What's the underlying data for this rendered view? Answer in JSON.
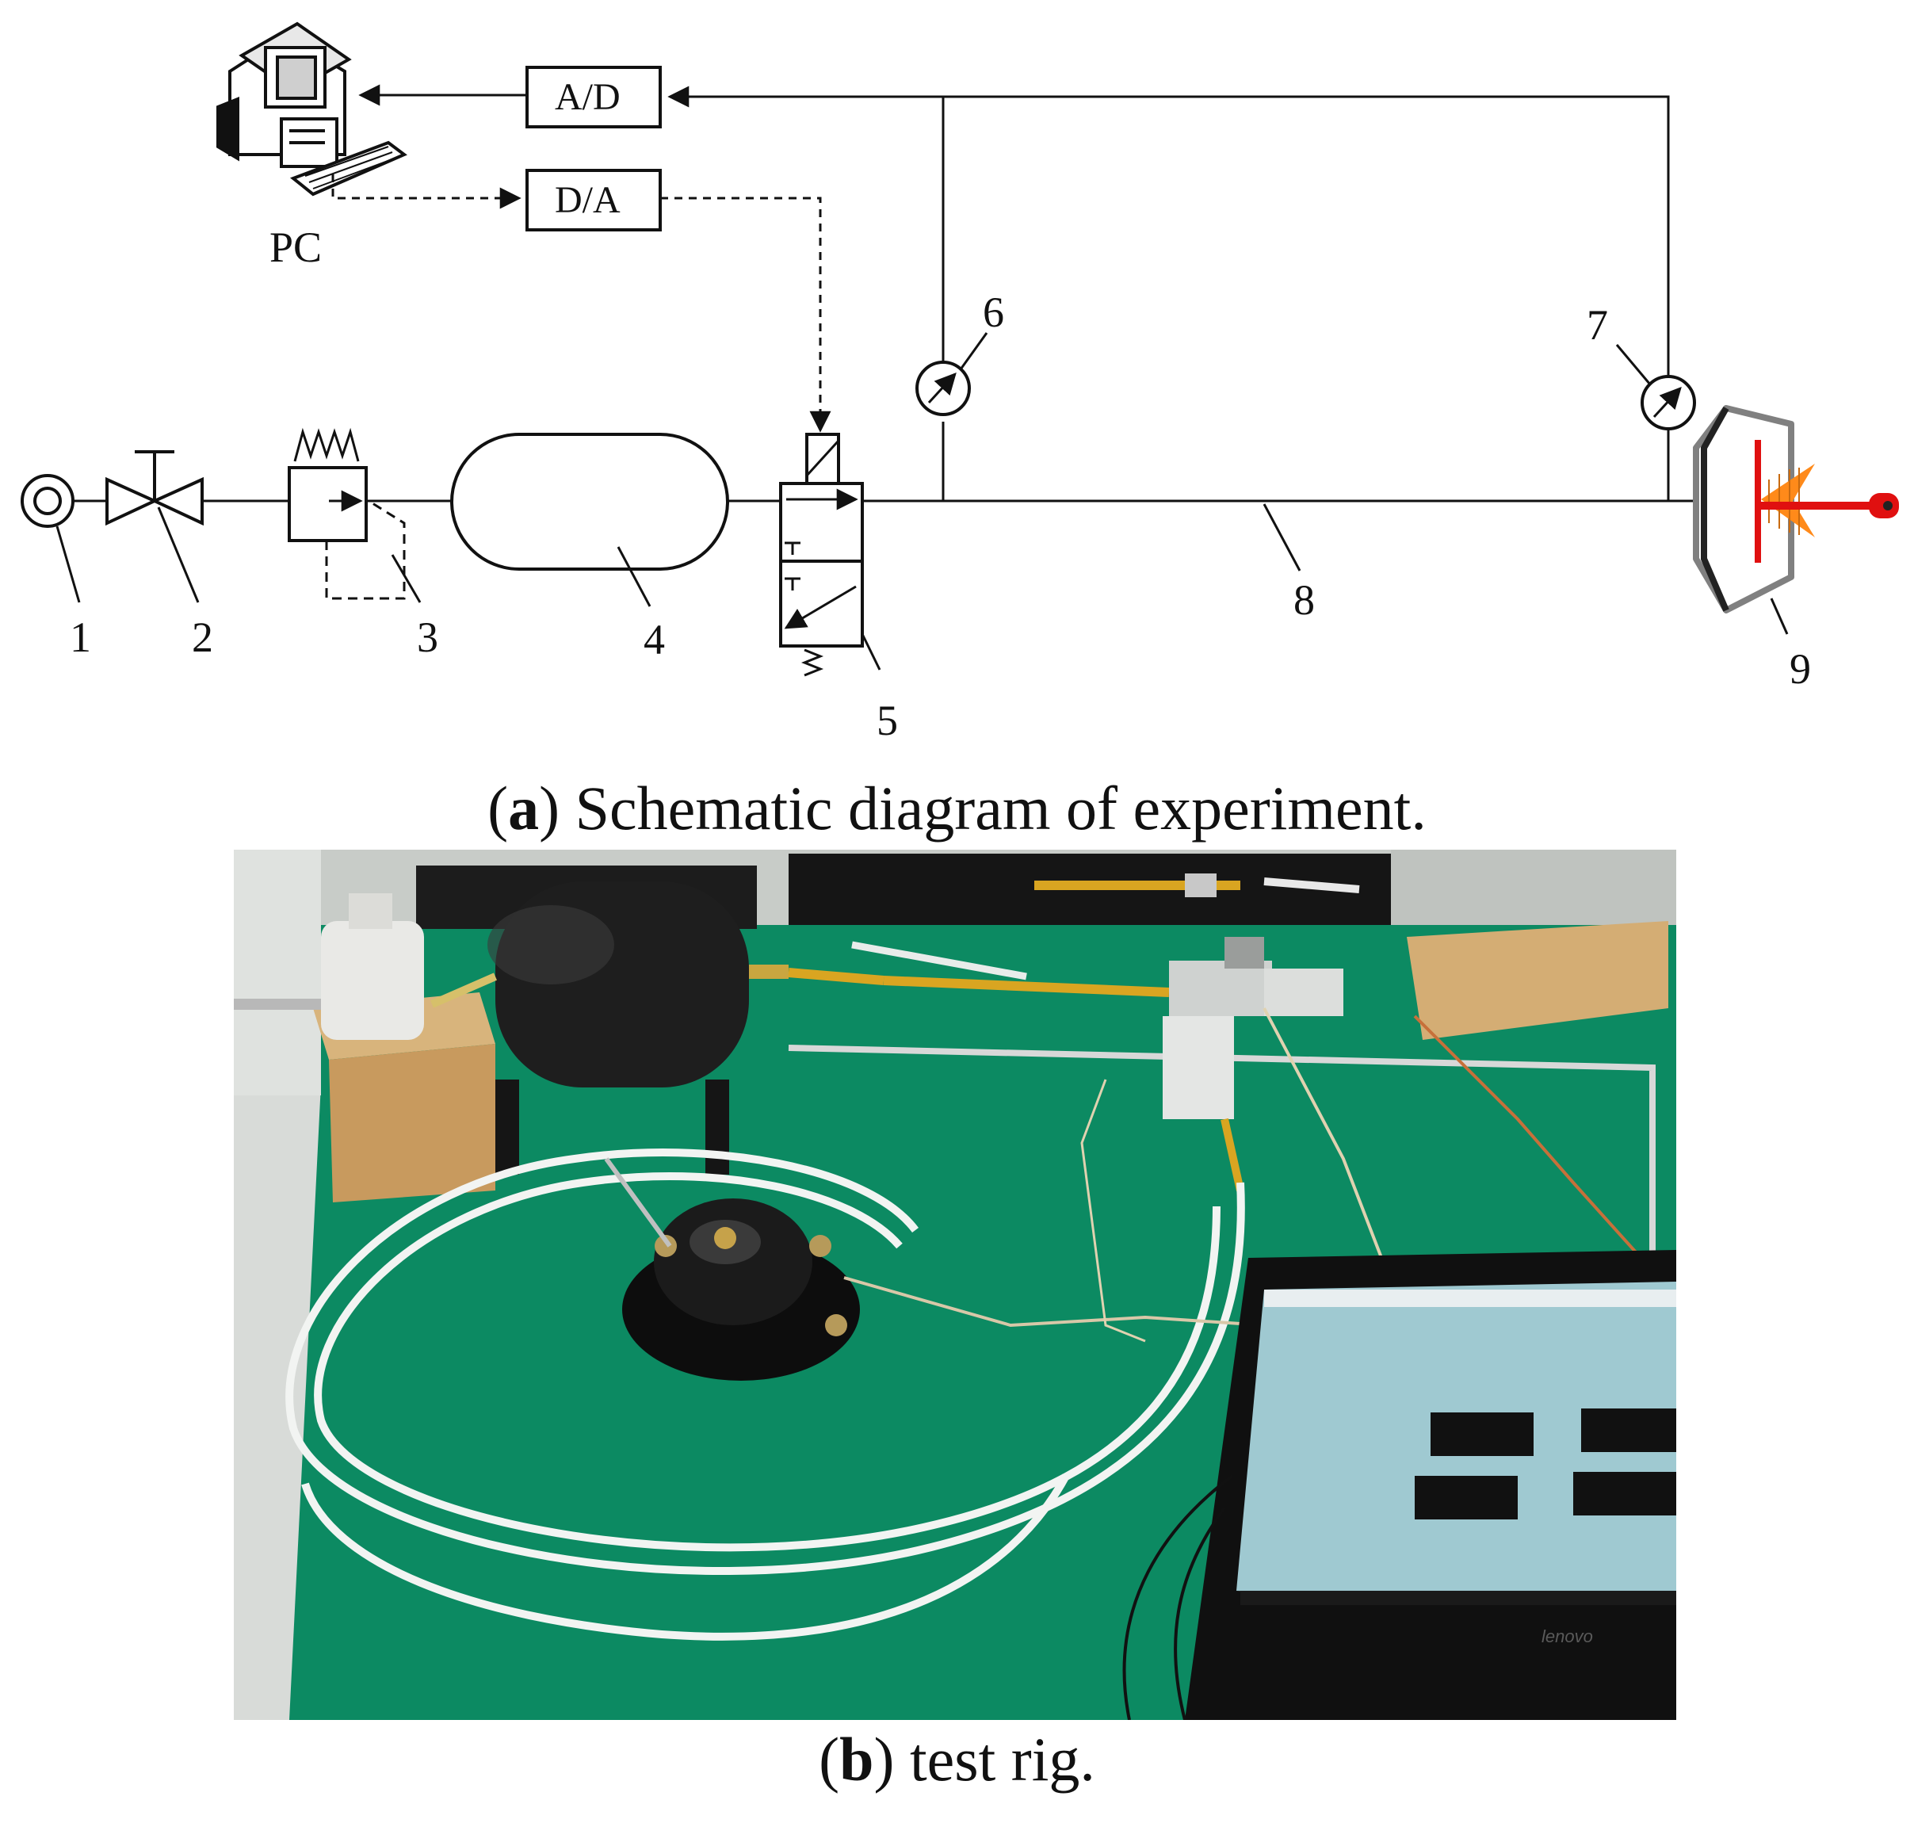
{
  "schematic": {
    "pc_label": "PC",
    "ad_label": "A/D",
    "da_label": "D/A",
    "component_numbers": [
      "1",
      "2",
      "3",
      "4",
      "5",
      "6",
      "7",
      "8",
      "9"
    ],
    "colors": {
      "actuator_rod": "#e01010",
      "actuator_spring": "#ff8a1a",
      "actuator_body": "#808080"
    }
  },
  "captions": {
    "a_letter": "a",
    "a_text": " Schematic diagram of experiment.",
    "b_letter": "b",
    "b_text": " test rig."
  },
  "photo": {
    "table_color": "#0c8a62",
    "laptop_brand": "lenovo"
  }
}
